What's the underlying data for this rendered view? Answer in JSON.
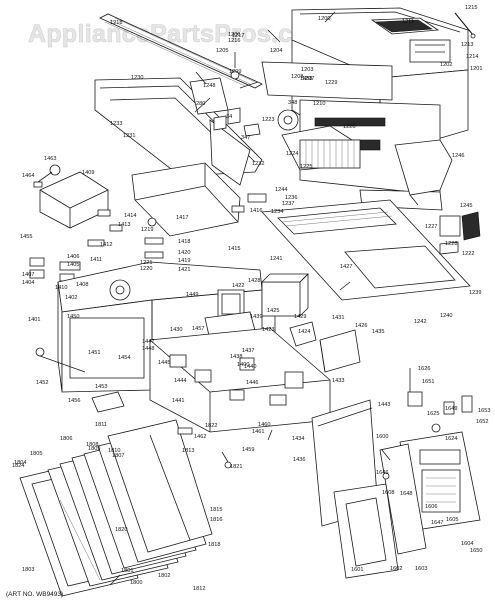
{
  "watermark": "AppliancePartsPros.com",
  "art_number": "(ART NO. WB9493)",
  "part_labels": [
    "1200",
    "1201",
    "1202",
    "1203",
    "1204",
    "1205",
    "1206",
    "1207",
    "1208",
    "1209",
    "1210",
    "1211",
    "1213",
    "1214",
    "1215",
    "1216",
    "1217",
    "1218",
    "1219",
    "1220",
    "1221",
    "1222",
    "1223",
    "1224",
    "1225",
    "1226",
    "1227",
    "1228",
    "1229",
    "1230",
    "1231",
    "1232",
    "1233",
    "1234",
    "1236",
    "1237",
    "1239",
    "1240",
    "1241",
    "1242",
    "1244",
    "1245",
    "1246",
    "1248",
    "1400",
    "1401",
    "1402",
    "1404",
    "1405",
    "1406",
    "1407",
    "1408",
    "1409",
    "1410",
    "1411",
    "1412",
    "1413",
    "1414",
    "1415",
    "1416",
    "1417",
    "1418",
    "1419",
    "1420",
    "1421",
    "1422",
    "1423",
    "1424",
    "1425",
    "1426",
    "1427",
    "1428",
    "1429",
    "1430",
    "1431",
    "1433",
    "1434",
    "1435",
    "1436",
    "1437",
    "1438",
    "1439",
    "1440",
    "1441",
    "1443",
    "1444",
    "1445",
    "1446",
    "1447",
    "1448",
    "1449",
    "1450",
    "1451",
    "1452",
    "1453",
    "1454",
    "1455",
    "1456",
    "1457",
    "1458",
    "1459",
    "1460",
    "1461",
    "1462",
    "1463",
    "1464",
    "1600",
    "1601",
    "1602",
    "1603",
    "1604",
    "1605",
    "1606",
    "1608",
    "1624",
    "1625",
    "1626",
    "1646",
    "1647",
    "1648",
    "1649",
    "1650",
    "1651",
    "1652",
    "1653",
    "1800",
    "1801",
    "1802",
    "1803",
    "1804",
    "1805",
    "1806",
    "1807",
    "1808",
    "1809",
    "1810",
    "1811",
    "1812",
    "1813",
    "1815",
    "1816",
    "1818",
    "1820",
    "1821",
    "1822",
    "1824",
    "280",
    "34",
    "347",
    "348"
  ]
}
